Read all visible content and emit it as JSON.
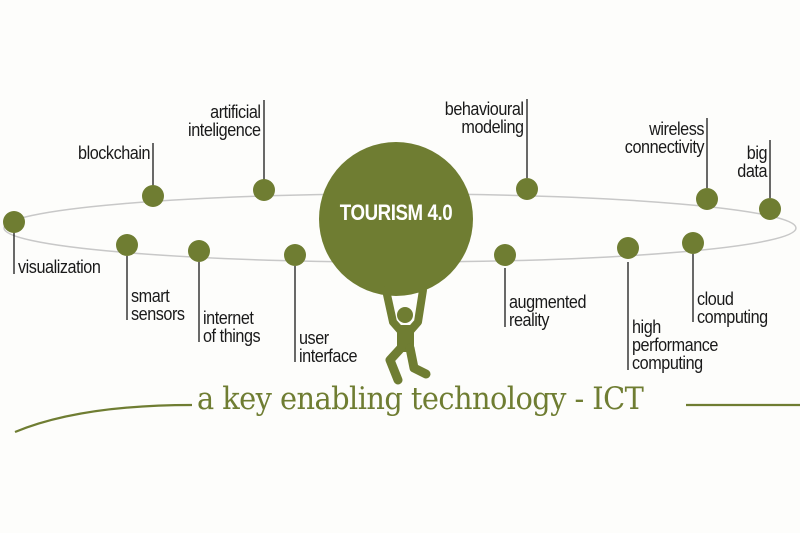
{
  "colors": {
    "accent": "#6f7d32",
    "ring": "#c8c8c8",
    "text": "#1a1a1a",
    "background": "#fdfdfb"
  },
  "center": {
    "title": "TOURISM 4.0",
    "figure_icon": "person-lifting-icon"
  },
  "tagline": "a key enabling technology - ICT",
  "technologies": [
    {
      "id": "visualization",
      "label": "visualization"
    },
    {
      "id": "blockchain",
      "label": "blockchain"
    },
    {
      "id": "artificial-inteligence",
      "label": "artificial\ninteligence"
    },
    {
      "id": "smart-sensors",
      "label": "smart\nsensors"
    },
    {
      "id": "internet-of-things",
      "label": "internet\nof things"
    },
    {
      "id": "user-interface",
      "label": "user\ninterface"
    },
    {
      "id": "behavioural-modeling",
      "label": "behavioural\nmodeling"
    },
    {
      "id": "augmented-reality",
      "label": "augmented\nreality"
    },
    {
      "id": "high-performance-computing",
      "label": "high\nperformance\ncomputing"
    },
    {
      "id": "cloud-computing",
      "label": "cloud\ncomputing"
    },
    {
      "id": "wireless-connectivity",
      "label": "wireless\nconnectivity"
    },
    {
      "id": "big-data",
      "label": "big\ndata"
    }
  ]
}
